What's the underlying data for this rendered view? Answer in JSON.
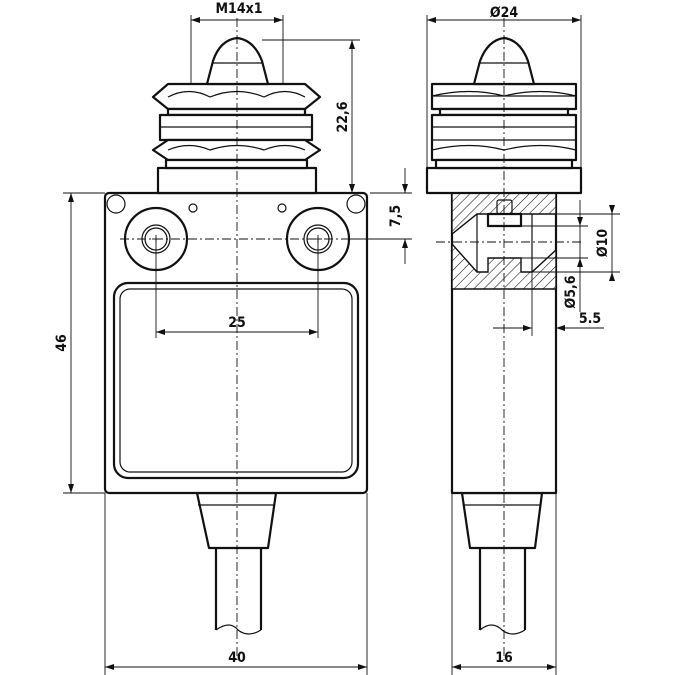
{
  "dimensions": {
    "thread": "M14x1",
    "plunger_height": "22,6",
    "hole_spacing": "25",
    "body_height": "46",
    "body_width": "40",
    "hole_offset": "7,5",
    "diameter_head": "24",
    "diameter_counterbore": "10",
    "diameter_hole": "5,6",
    "counterbore_depth": "5.5",
    "body_depth": "16"
  },
  "diameter_symbol": "Ø",
  "colors": {
    "line": "#111111",
    "background": "#ffffff"
  }
}
